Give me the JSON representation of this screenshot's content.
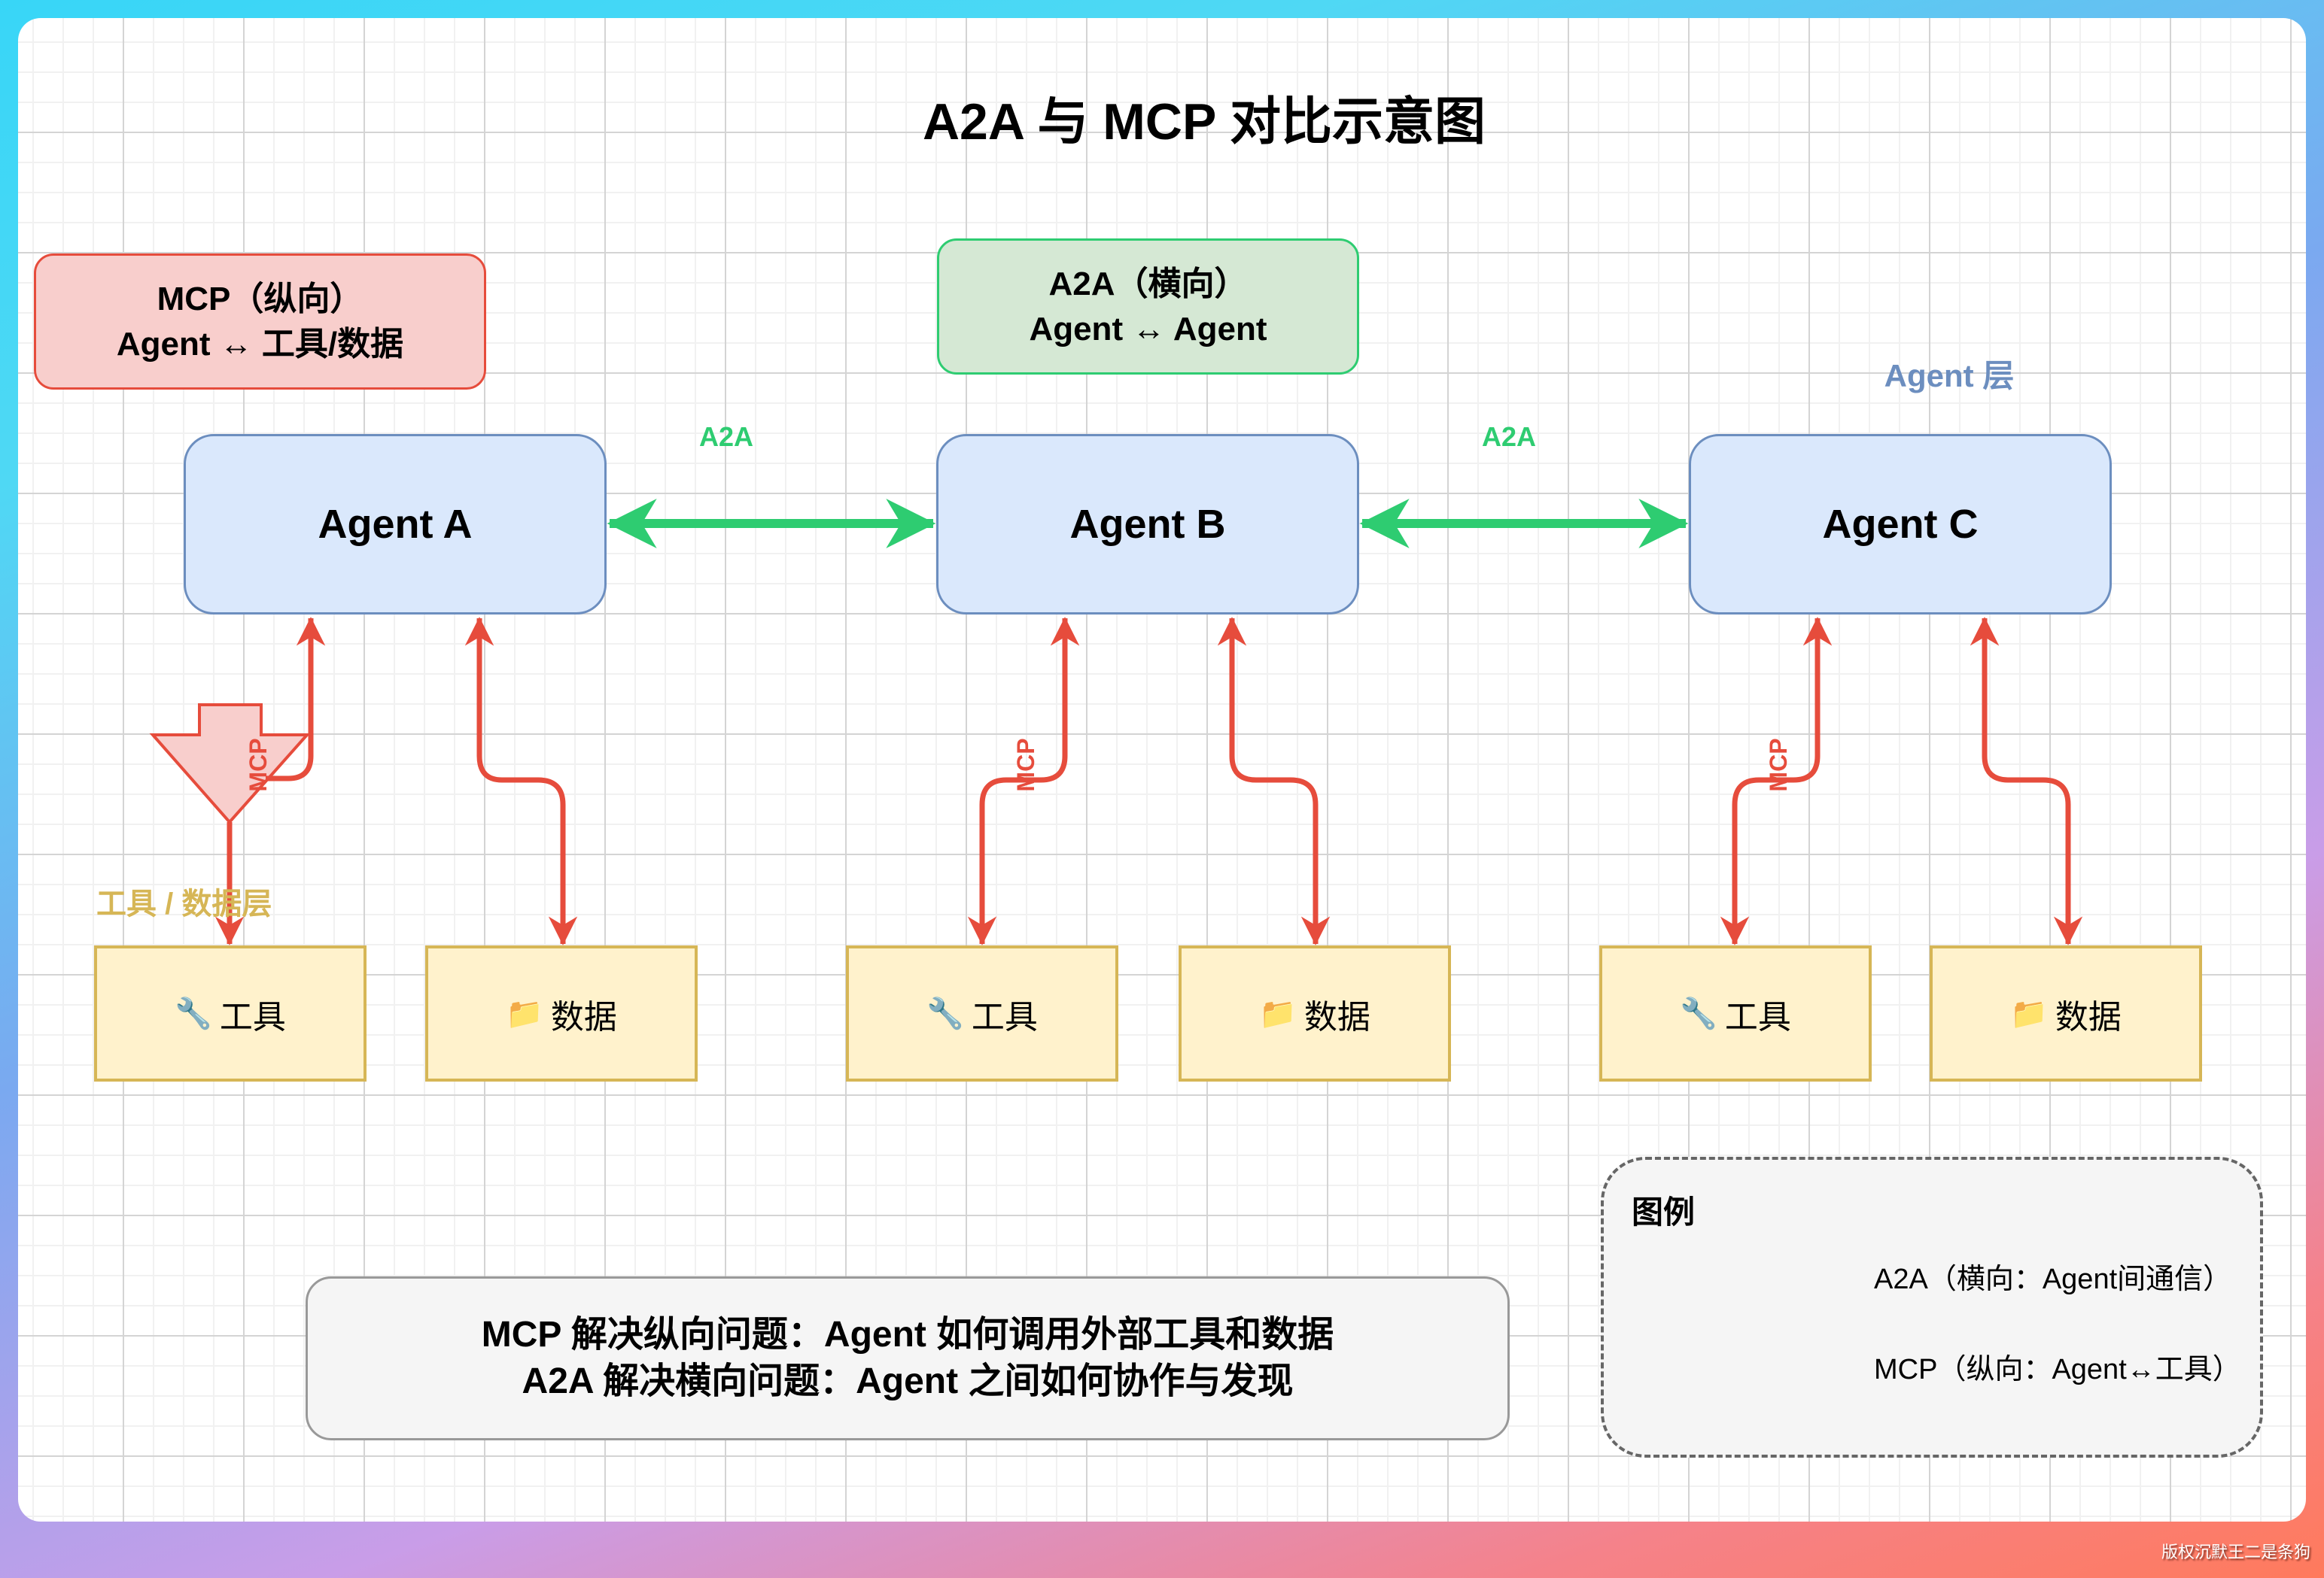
{
  "title": "A2A 与 MCP 对比示意图",
  "notes": {
    "mcp": {
      "line1": "MCP（纵向）",
      "line2": "Agent ↔ 工具/数据"
    },
    "a2a": {
      "line1": "A2A（横向）",
      "line2": "Agent ↔ Agent"
    }
  },
  "layers": {
    "agent": "Agent 层",
    "tools": "工具 / 数据层"
  },
  "agents": [
    {
      "label": "Agent A"
    },
    {
      "label": "Agent B"
    },
    {
      "label": "Agent C"
    }
  ],
  "a2a_links": [
    {
      "label": "A2A",
      "from": "Agent A",
      "to": "Agent B"
    },
    {
      "label": "A2A",
      "from": "Agent B",
      "to": "Agent C"
    }
  ],
  "mcp_label": "MCP",
  "resources": [
    {
      "agent": "Agent A",
      "tool": {
        "icon": "wrench-icon",
        "glyph": "🔧",
        "label": "工具"
      },
      "data": {
        "icon": "folder-icon",
        "glyph": "📁",
        "label": "数据"
      }
    },
    {
      "agent": "Agent B",
      "tool": {
        "icon": "wrench-icon",
        "glyph": "🔧",
        "label": "工具"
      },
      "data": {
        "icon": "folder-icon",
        "glyph": "📁",
        "label": "数据"
      }
    },
    {
      "agent": "Agent C",
      "tool": {
        "icon": "wrench-icon",
        "glyph": "🔧",
        "label": "工具"
      },
      "data": {
        "icon": "folder-icon",
        "glyph": "📁",
        "label": "数据"
      }
    }
  ],
  "summary": {
    "line1": "MCP 解决纵向问题：Agent 如何调用外部工具和数据",
    "line2": "A2A 解决横向问题：Agent 之间如何协作与发现"
  },
  "legend": {
    "title": "图例",
    "items": [
      {
        "label": "A2A（横向：Agent间通信）",
        "color": "#2ecc71"
      },
      {
        "label": "MCP（纵向：Agent↔工具）",
        "color": "#e64c3c"
      }
    ]
  },
  "colors": {
    "a2a": "#2ecc71",
    "mcp": "#e64c3c",
    "agent_fill": "#dae8fc",
    "agent_stroke": "#6c8ebf",
    "resource_fill": "#fff2cc",
    "resource_stroke": "#d6b656"
  },
  "watermark": "版权沉默王二是条狗"
}
